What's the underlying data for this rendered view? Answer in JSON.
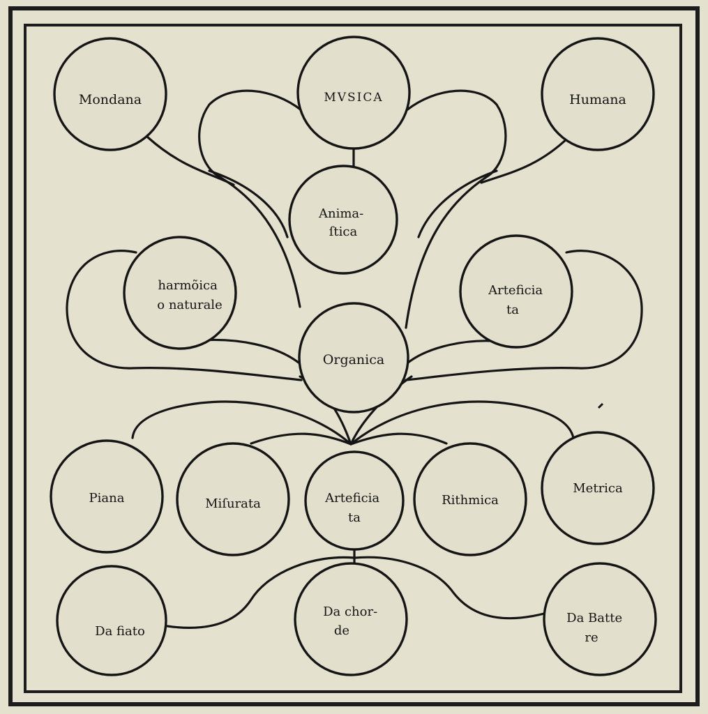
{
  "diagram": {
    "nodes": {
      "musica": [
        "MVSICA"
      ],
      "mondana": [
        "Mondana"
      ],
      "humana": [
        "Humana"
      ],
      "animastica": [
        "Anima-",
        "ſtica"
      ],
      "harmonica": [
        "harmõica",
        "o naturale"
      ],
      "arteficiata_upper": [
        "Arteficia",
        "ta"
      ],
      "organica": [
        "Organica"
      ],
      "piana": [
        "Piana"
      ],
      "misurata": [
        "Miſurata"
      ],
      "arteficiata_lower": [
        "Arteficia",
        "ta"
      ],
      "rithmica": [
        "Rithmica"
      ],
      "metrica": [
        "Metrica"
      ],
      "da_fiato": [
        "Da fiato"
      ],
      "da_chorde": [
        "Da chor-",
        "de"
      ],
      "da_battere": [
        "Da Batte",
        "re"
      ]
    }
  }
}
